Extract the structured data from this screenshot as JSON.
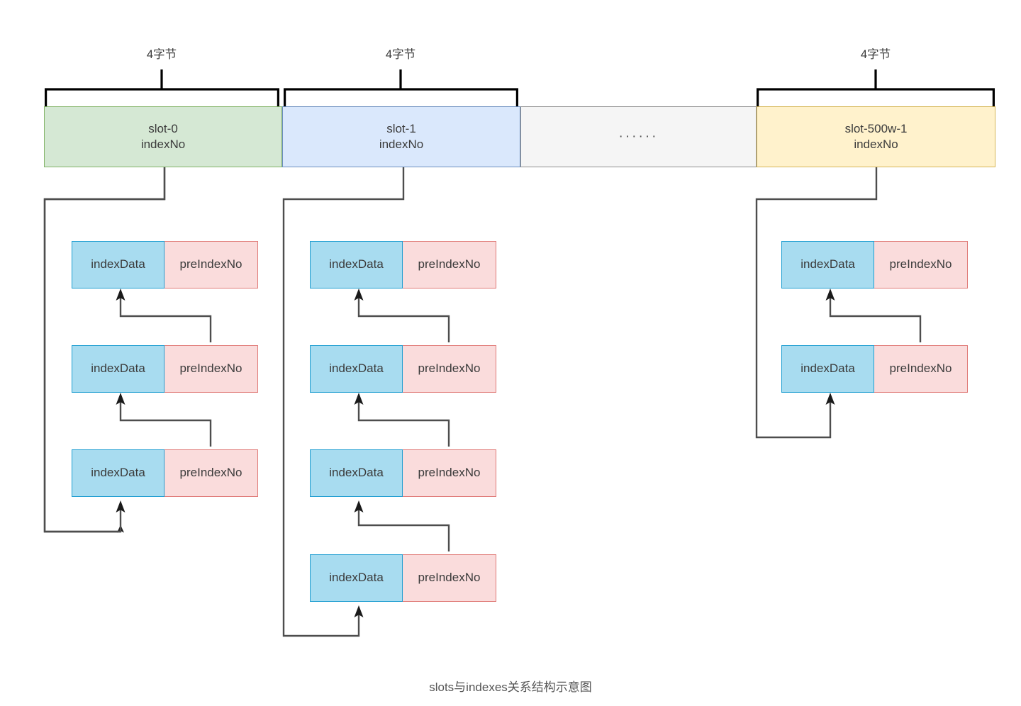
{
  "diagram": {
    "caption": "slots与indexes关系结构示意图",
    "byte_label": "4字节",
    "ellipsis": "······",
    "node_left_label": "indexData",
    "node_right_label": "preIndexNo",
    "colors": {
      "slot_green_fill": "#d5e8d4",
      "slot_green_stroke": "#82b366",
      "slot_blue_fill": "#dae8fc",
      "slot_blue_stroke": "#6c8ebf",
      "slot_gray_fill": "#f5f5f5",
      "slot_gray_stroke": "#8f8f8f",
      "slot_yellow_fill": "#fff2cc",
      "slot_yellow_stroke": "#d6b656",
      "node_left_fill": "#a8dcf0",
      "node_left_stroke": "#1f9ed1",
      "node_right_fill": "#fadcdc",
      "node_right_stroke": "#e07a77",
      "connector_stroke": "#4d4d4d",
      "brace_stroke": "#000000",
      "text": "#3b3b3b"
    },
    "slots": [
      {
        "name": "slot-0",
        "field": "indexNo",
        "label": "slot-0\nindexNo",
        "style": "green",
        "has_brace": true
      },
      {
        "name": "slot-1",
        "field": "indexNo",
        "label": "slot-1\nindexNo",
        "style": "blue",
        "has_brace": true
      },
      {
        "name": "ellipsis",
        "field": "",
        "label": "······",
        "style": "gray",
        "has_brace": false
      },
      {
        "name": "slot-500w-1",
        "field": "indexNo",
        "label": "slot-500w-1\nindexNo",
        "style": "yellow",
        "has_brace": true
      }
    ],
    "brace_labels": [
      "4字节",
      "4字节",
      "4字节"
    ],
    "chains": [
      {
        "slot": "slot-0",
        "node_count": 3
      },
      {
        "slot": "slot-1",
        "node_count": 4
      },
      {
        "slot": "slot-500w-1",
        "node_count": 2
      }
    ]
  }
}
